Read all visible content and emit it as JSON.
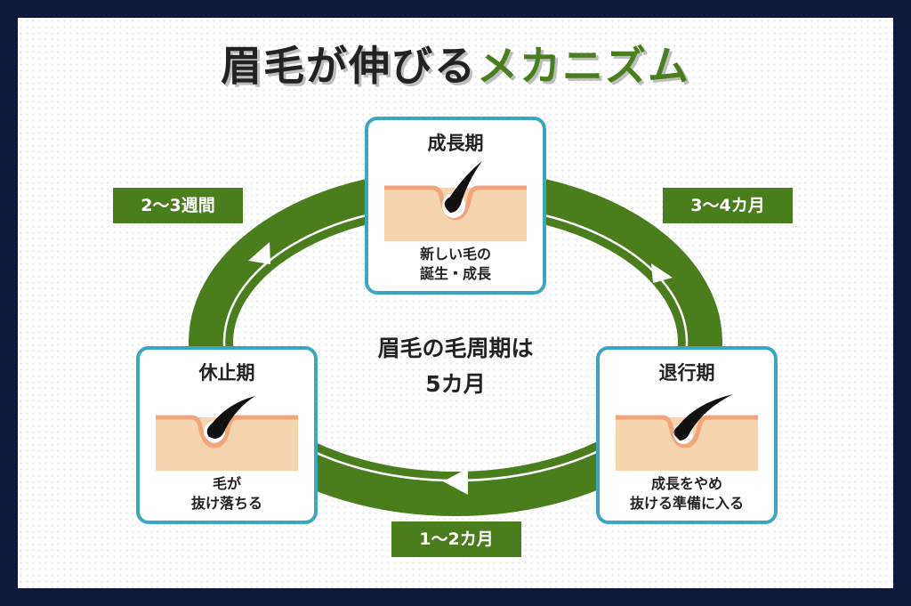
{
  "title": {
    "part1": "眉毛が伸びる",
    "part2": "メカニズム"
  },
  "center": {
    "line1": "眉毛の毛周期は",
    "line2": "5カ月"
  },
  "phases": {
    "growth": {
      "title": "成長期",
      "desc_line1": "新しい毛の",
      "desc_line2": "誕生・成長"
    },
    "regression": {
      "title": "退行期",
      "desc_line1": "成長をやめ",
      "desc_line2": "抜ける準備に入る"
    },
    "rest": {
      "title": "休止期",
      "desc_line1": "毛が",
      "desc_line2": "抜け落ちる"
    }
  },
  "durations": {
    "growth_to_regression": "3〜4カ月",
    "regression_to_rest": "1〜2カ月",
    "rest_to_growth": "2〜3週間"
  },
  "colors": {
    "ring": "#4a7d1c",
    "card_border": "#3aa7c2",
    "skin": "#f6d4ae",
    "skin_line": "#f2a47a",
    "hair": "#111111",
    "background": "#0f1a3c"
  }
}
